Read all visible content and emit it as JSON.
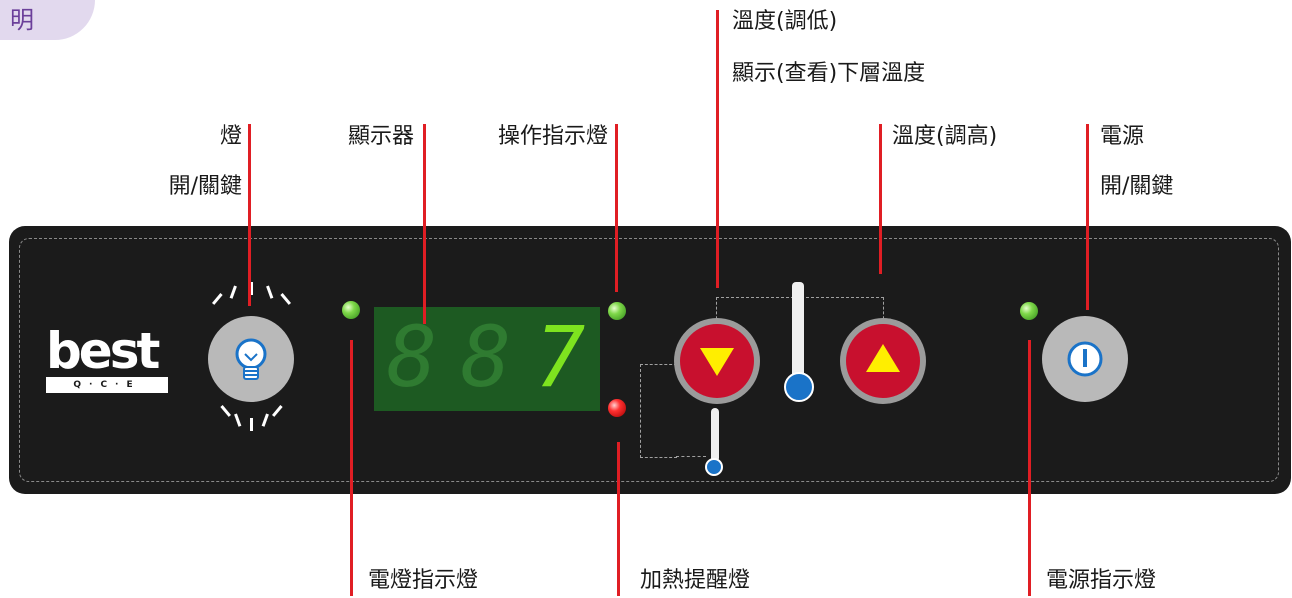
{
  "tab": {
    "text": "明"
  },
  "labels": {
    "light_switch_1": "燈",
    "light_switch_2": "開/關鍵",
    "display": "顯示器",
    "op_indicator": "操作指示燈",
    "temp_down_1": "溫度(調低)",
    "temp_down_2": "顯示(查看)下層溫度",
    "temp_up": "溫度(調高)",
    "power_1": "電源",
    "power_2": "開/關鍵",
    "light_indicator": "電燈指示燈",
    "heat_indicator": "加熱提醒燈",
    "power_indicator": "電源指示燈"
  },
  "logo": {
    "word": "best",
    "sub": "Q·C·E"
  },
  "display": {
    "digits": [
      "8",
      "8",
      "7"
    ]
  },
  "colors": {
    "panel": "#1b1b1b",
    "line": "#e01e24",
    "display_bg": "#1d5a22",
    "digit_lit": "#7ee31f",
    "button_red": "#c8102e",
    "triangle": "#ffee00",
    "led_green": "#7fd84a",
    "led_red": "#ff3030"
  },
  "icons": {
    "light": "lightbulb-icon",
    "down": "triangle-down-icon",
    "up": "triangle-up-icon",
    "power": "power-icon",
    "thermometer": "thermometer-icon"
  }
}
